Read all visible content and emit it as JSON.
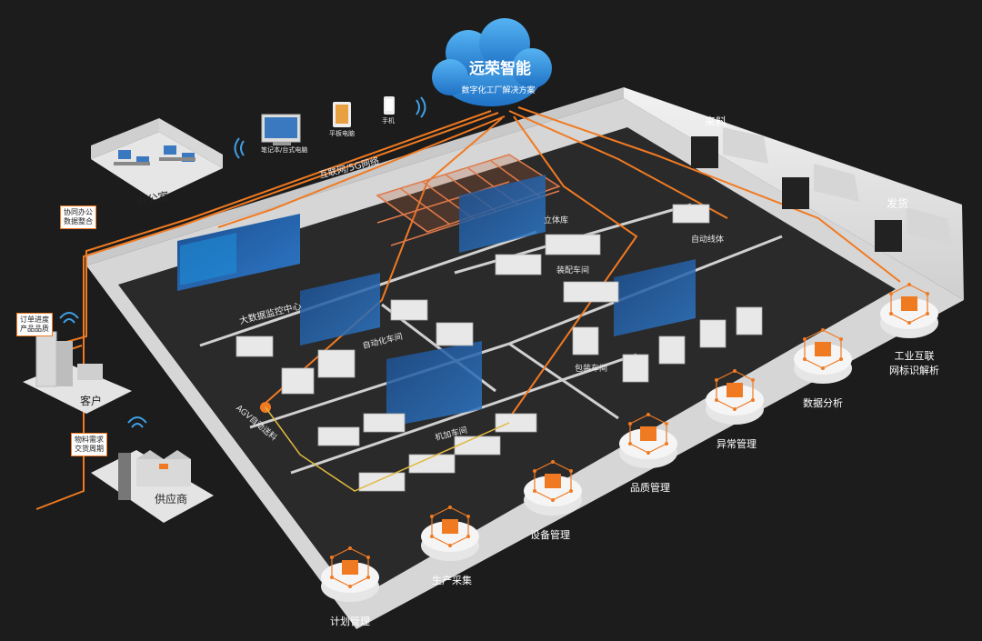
{
  "cloud": {
    "title": "远荣智能",
    "subtitle": "数字化工厂解决方案"
  },
  "devices": {
    "pc": "笔记本/台式电脑",
    "tablet": "平板电脑",
    "phone": "手机"
  },
  "network": "互联网/5G网络",
  "office": {
    "label": "办公室",
    "tag_line1": "协同办公",
    "tag_line2": "数据整合"
  },
  "customer": {
    "label": "客户",
    "tag_line1": "订单进度",
    "tag_line2": "产品品质"
  },
  "supplier": {
    "label": "供应商",
    "tag_line1": "物料需求",
    "tag_line2": "交货周期"
  },
  "logistics": {
    "incoming": "来料",
    "shipping": "发货"
  },
  "areas": {
    "bigdata": "大数据监控中心",
    "warehouse": "立体库",
    "auto_line": "自动线体",
    "automation": "自动化车间",
    "assembly": "装配车间",
    "packing": "包装车间",
    "machining": "机加车间",
    "agv": "AGV自动送料"
  },
  "modules": [
    {
      "label": "计划管理",
      "icon": "plan-icon"
    },
    {
      "label": "生产采集",
      "icon": "production-collect-icon"
    },
    {
      "label": "设备管理",
      "icon": "equipment-icon"
    },
    {
      "label": "品质管理",
      "icon": "quality-icon"
    },
    {
      "label": "异常管理",
      "icon": "alert-icon"
    },
    {
      "label": "数据分析",
      "icon": "data-analysis-icon"
    },
    {
      "label": "工业互联",
      "label2": "网标识解析",
      "icon": "industrial-internet-icon"
    }
  ],
  "colors": {
    "accent": "#f07a22",
    "cloud": "#2f8fd8",
    "floor": "#2a2a2a",
    "wall": "#e4e4e4",
    "background": "#1c1c1c"
  }
}
